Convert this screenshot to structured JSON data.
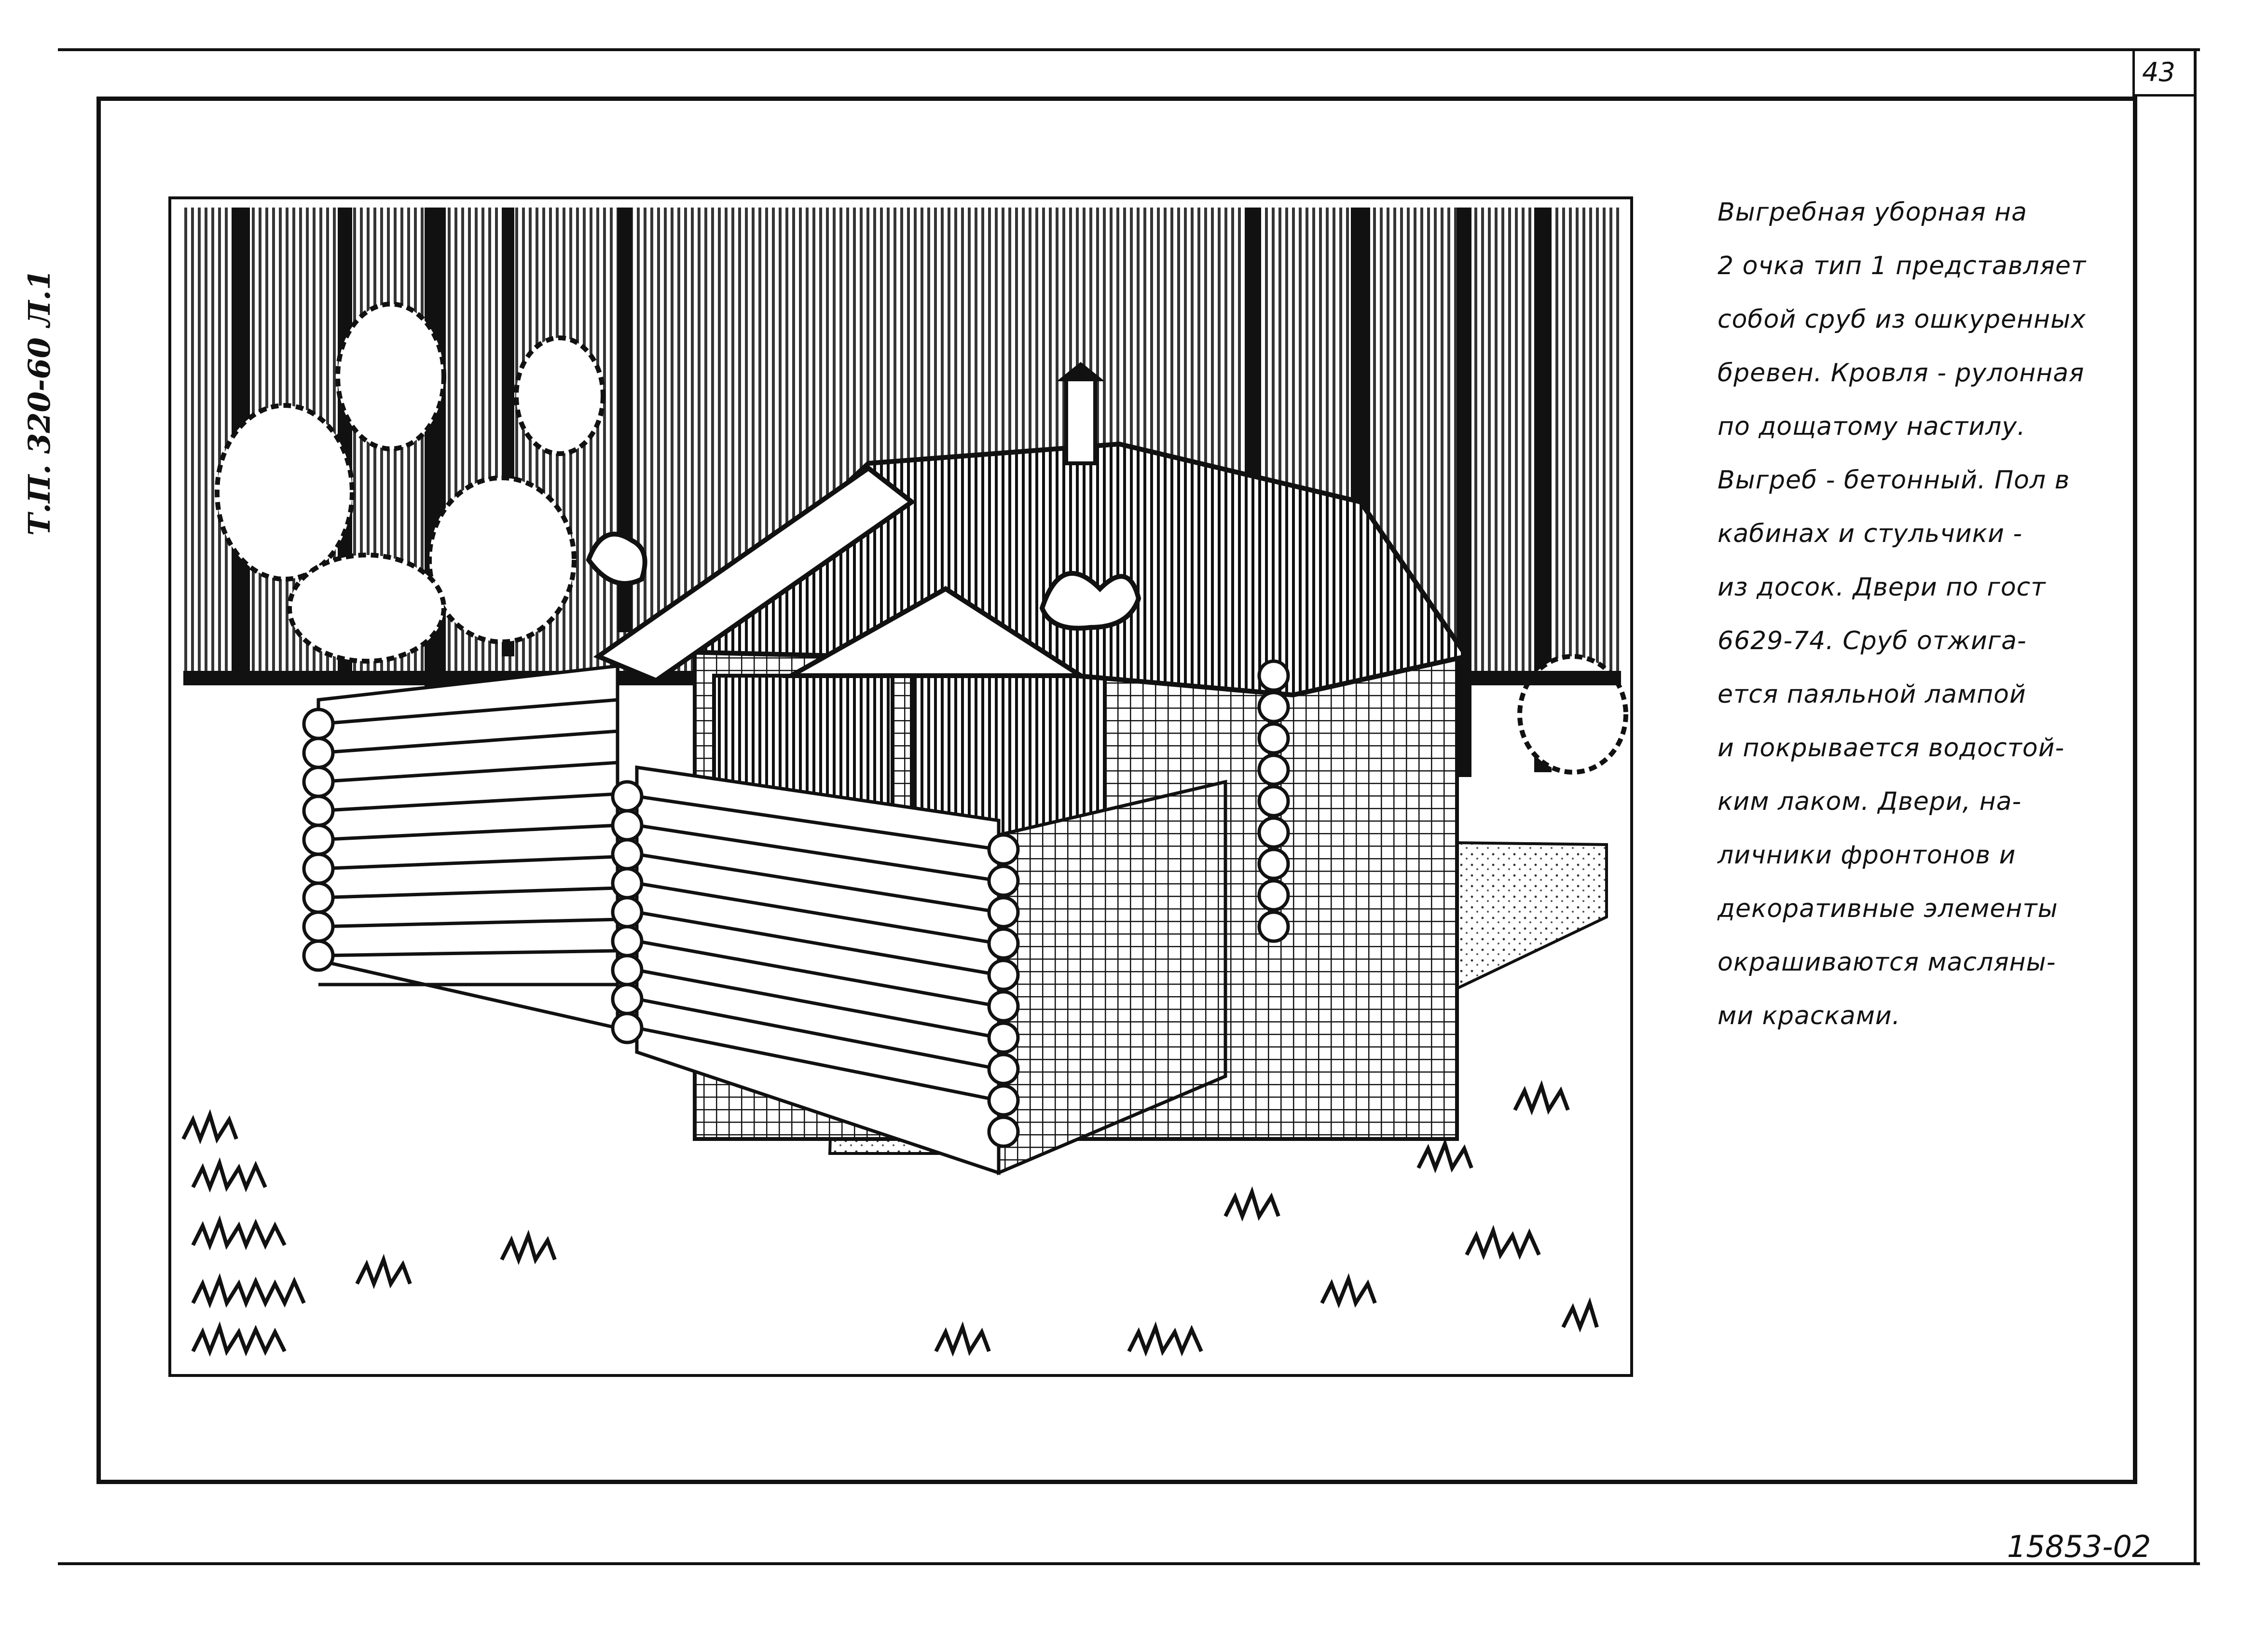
{
  "sheet": {
    "sheet_number": "43",
    "side_code": "Т.П. 320-60 Л.1",
    "doc_number": "15853-02"
  },
  "description": {
    "lines": [
      "Выгребная уборная на",
      "2 очка тип 1 представляет",
      "собой сруб из ошкуренных",
      "бревен. Кровля - рулонная",
      "по дощатому настилу.",
      "Выгреб - бетонный. Пол в",
      "кабинах и стульчики -",
      "из досок. Двери по гост",
      "6629-74. Сруб отжига-",
      "ется паяльной лампой",
      "и покрывается водостой-",
      "ким лаком. Двери, на-",
      "личники фронтонов и",
      "декоративные элементы",
      "окрашиваются масляны-",
      "ми красками."
    ]
  }
}
